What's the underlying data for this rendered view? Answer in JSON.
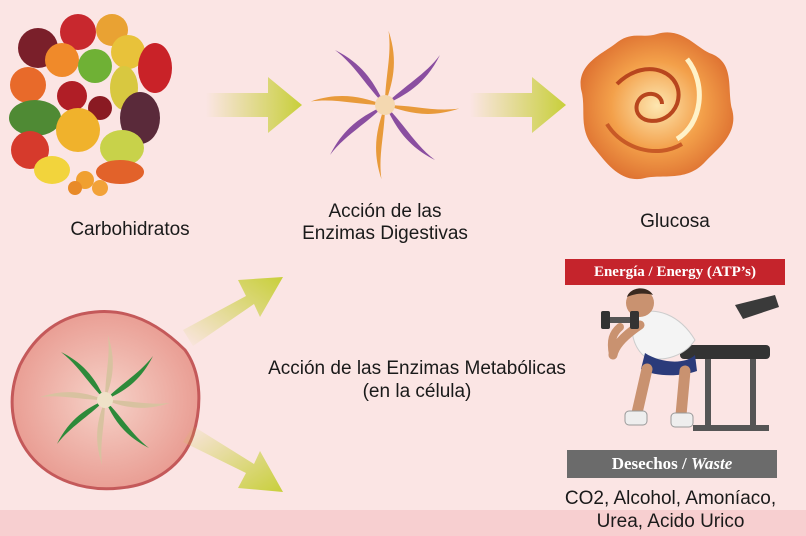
{
  "steps": {
    "carbs_label": "Carbohidratos",
    "digestive_label_line1": "Acción de las",
    "digestive_label_line2": "Enzimas Digestivas",
    "glucose_label": "Glucosa"
  },
  "metabolic": {
    "line1": "Acción de las Enzimas Metabólicas",
    "line2": "(en la célula)"
  },
  "outputs": {
    "energy_badge": "Energía / Energy (ATP’s)",
    "waste_badge_es": "Desechos / ",
    "waste_badge_en": "Waste",
    "waste_list_line1": "CO2, Alcohol, Amoníaco,",
    "waste_list_line2": "Urea, Acido Urico"
  },
  "colors": {
    "background": "#fbe5e4",
    "arrow": "#c8cf3a",
    "energy_badge": "#c5242c",
    "waste_badge": "#6b6b6b"
  }
}
